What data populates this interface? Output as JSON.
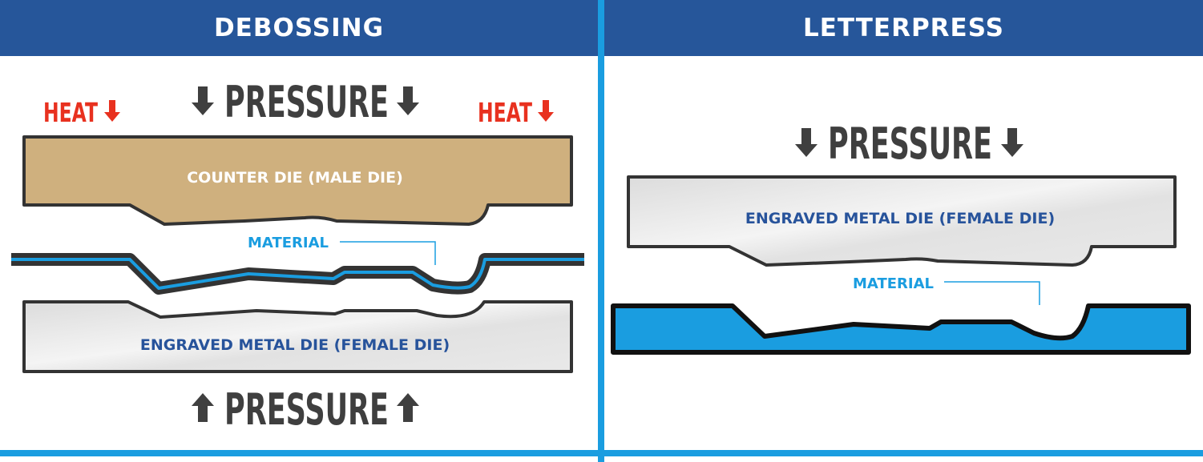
{
  "panels": {
    "left": {
      "title": "DEBOSSING",
      "heat_label": "HEAT",
      "pressure_top": "PRESSURE",
      "pressure_bottom": "PRESSURE",
      "counter_die": "COUNTER DIE (MALE DIE)",
      "material": "MATERIAL",
      "female_die": "ENGRAVED METAL DIE (FEMALE DIE)"
    },
    "right": {
      "title": "LETTERPRESS",
      "pressure": "PRESSURE",
      "female_die": "ENGRAVED METAL DIE (FEMALE DIE)",
      "material": "MATERIAL"
    }
  },
  "colors": {
    "header_bg": "#26569a",
    "divider": "#1a9de0",
    "counter_die_fill": "#cfb07e",
    "metal_die_fill": "#e6e6e6",
    "outline": "#333333",
    "material_blue": "#1a9de0",
    "heat_red": "#e8311f",
    "pressure_gray": "#3f3f3f",
    "die_label_blue": "#27539b"
  },
  "icons": {
    "heat_arrow": "red-down-arrow-icon",
    "pressure_arrow": "gray-arrow-icon"
  }
}
